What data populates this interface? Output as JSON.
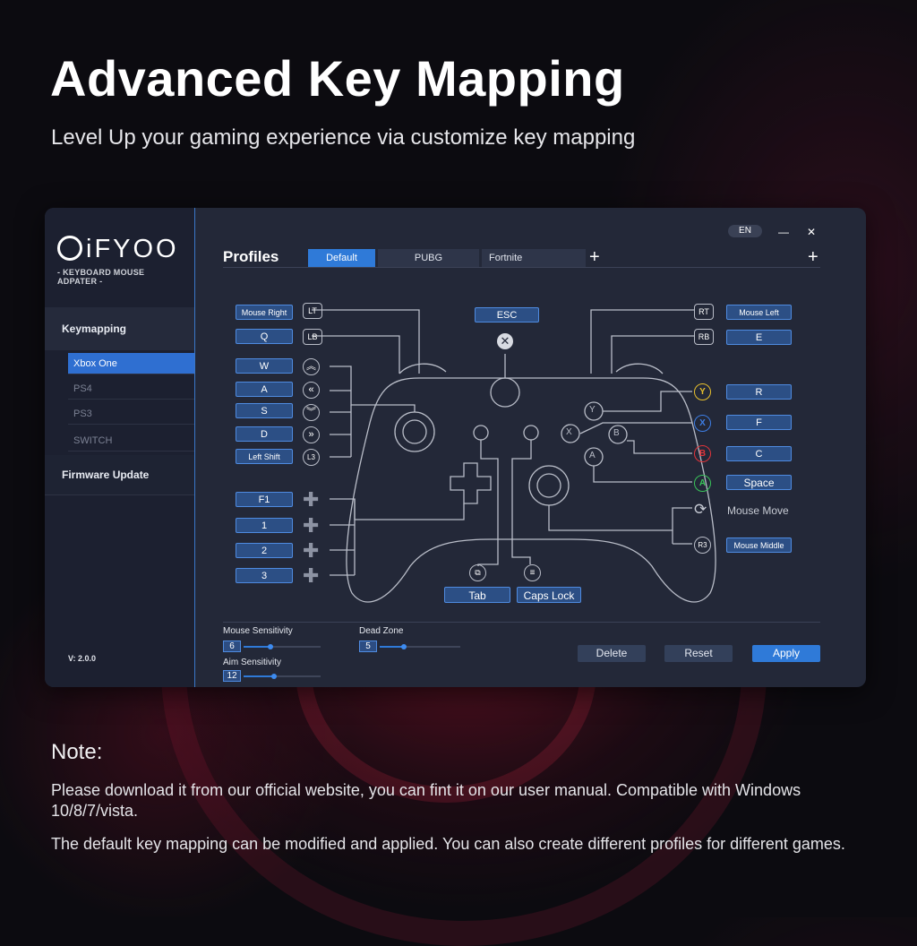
{
  "headline": "Advanced Key Mapping",
  "subheadline": "Level Up your gaming experience via customize key mapping",
  "app": {
    "logo": "iFYOO",
    "logo_sub": "- KEYBOARD MOUSE ADPATER -",
    "version": "V: 2.0.0",
    "lang": "EN",
    "minimize": "—",
    "close": "✕",
    "sidebar": {
      "keymapping": "Keymapping",
      "items": [
        "Xbox One",
        "PS4",
        "PS3",
        "SWITCH"
      ],
      "firmware": "Firmware Update"
    },
    "profiles_label": "Profiles",
    "tabs": [
      "Default",
      "PUBG",
      "Fortnite"
    ],
    "add": "+",
    "add_right": "+",
    "left_keys": {
      "lt": "Mouse Right",
      "lb": "Q",
      "up": "W",
      "left": "A",
      "down": "S",
      "right": "D",
      "l3": "Left Shift",
      "f1": "F1",
      "d1": "1",
      "d2": "2",
      "d3": "3"
    },
    "center_keys": {
      "esc": "ESC",
      "view": "Tab",
      "menu": "Caps Lock"
    },
    "right_keys": {
      "rt": "Mouse Left",
      "rb": "E",
      "y": "R",
      "x": "F",
      "b": "C",
      "a": "Space",
      "move": "Mouse Move",
      "r3": "Mouse Middle"
    },
    "badges": {
      "lt": "LT",
      "lb": "LB",
      "rt": "RT",
      "rb": "RB",
      "l3": "L3",
      "r3": "R3",
      "y": "Y",
      "x": "X",
      "b": "B",
      "a": "A"
    },
    "sliders": {
      "mouse_label": "Mouse Sensitivity",
      "mouse_val": "6",
      "mouse_frac": 0.35,
      "aim_label": "Aim Sensitivity",
      "aim_val": "12",
      "aim_frac": 0.4,
      "dz_label": "Dead Zone",
      "dz_val": "5",
      "dz_frac": 0.3
    },
    "buttons": {
      "delete": "Delete",
      "reset": "Reset",
      "apply": "Apply"
    },
    "colors": {
      "accent": "#2f7ad8",
      "y": "#e9c12d",
      "x": "#3d7ee6",
      "b": "#e0343a",
      "a": "#39c55a"
    }
  },
  "note": {
    "title": "Note:",
    "p1": "Please download it from our official website, you can fint it on our user manual. Compatible with Windows 10/8/7/vista.",
    "p2": "The default key mapping can be modified and applied. You can also create different profiles for different games."
  }
}
